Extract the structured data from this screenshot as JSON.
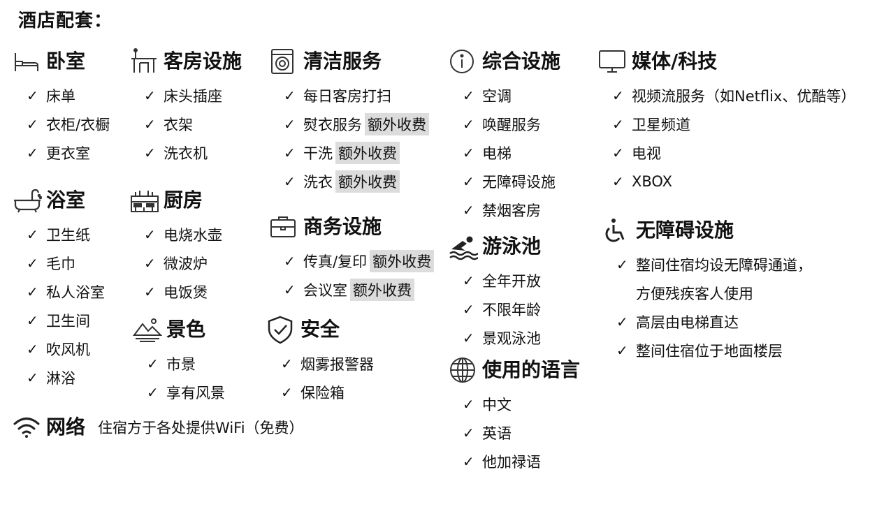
{
  "page_title": "酒店配套：",
  "fee_label": "额外收费",
  "check_mark": "✓",
  "sections": {
    "bedroom": {
      "icon": "bed-icon",
      "title": "卧室",
      "items": [
        "床单",
        "衣柜/衣橱",
        "更衣室"
      ]
    },
    "room": {
      "icon": "room-amenities-icon",
      "title": "客房设施",
      "items": [
        "床头插座",
        "衣架",
        "洗衣机"
      ]
    },
    "cleaning": {
      "icon": "washing-machine-icon",
      "title": "清洁服务",
      "items": [
        "每日客房打扫",
        "熨衣服务",
        "干洗",
        "洗衣"
      ]
    },
    "general": {
      "icon": "info-icon",
      "title": "综合设施",
      "items": [
        "空调",
        "唤醒服务",
        "电梯",
        "无障碍设施",
        "禁烟客房"
      ]
    },
    "media": {
      "icon": "monitor-icon",
      "title": "媒体/科技",
      "items": [
        "视频流服务（如Netflix、优酷等）",
        "卫星频道",
        "电视",
        "XBOX"
      ]
    },
    "bathroom": {
      "icon": "bathtub-icon",
      "title": "浴室",
      "items": [
        "卫生纸",
        "毛巾",
        "私人浴室",
        "卫生间",
        "吹风机",
        "淋浴"
      ]
    },
    "kitchen": {
      "icon": "kitchen-icon",
      "title": "厨房",
      "items": [
        "电烧水壶",
        "微波炉",
        "电饭煲"
      ]
    },
    "business": {
      "icon": "briefcase-icon",
      "title": "商务设施",
      "items": [
        "传真/复印",
        "会议室"
      ]
    },
    "pool": {
      "icon": "swimmer-icon",
      "title": "游泳池",
      "items": [
        "全年开放",
        "不限年龄",
        "景观泳池"
      ]
    },
    "accessibility": {
      "icon": "wheelchair-icon",
      "title": "无障碍设施",
      "items": [
        "整间住宿均设无障碍通道，",
        "方便残疾客人使用",
        "高层由电梯直达",
        "整间住宿位于地面楼层"
      ]
    },
    "view": {
      "icon": "mountain-view-icon",
      "title": "景色",
      "items": [
        "市景",
        "享有风景"
      ]
    },
    "safety": {
      "icon": "shield-check-icon",
      "title": "安全",
      "items": [
        "烟雾报警器",
        "保险箱"
      ]
    },
    "language": {
      "icon": "globe-icon",
      "title": "使用的语言",
      "items": [
        "中文",
        "英语",
        "他加禄语"
      ]
    },
    "network": {
      "icon": "wifi-icon",
      "title": "网络",
      "text": "住宿方于各处提供WiFi（免费）"
    }
  }
}
